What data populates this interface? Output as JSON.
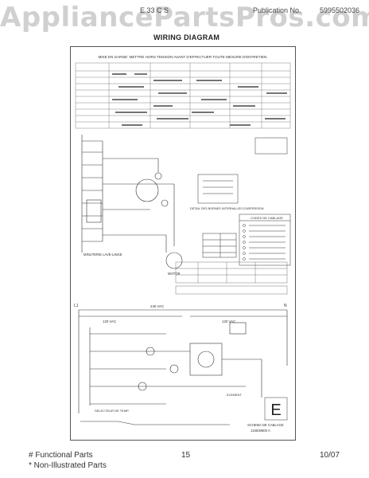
{
  "watermark": "AppliancePartsPros.com",
  "header": {
    "model_code": "E 33 C S",
    "part_no_left": "Publication No.",
    "part_no_right": "5995502036",
    "title": "WIRING DIAGRAM"
  },
  "diagram": {
    "warning": "MISE EN GARDE: METTRE HORS TENSION AVANT D'EFFECTUER TOUTE MESURE D'ENTRETIEN.",
    "label_l1": "L1",
    "label_n": "N",
    "label_240": "240 VAC",
    "label_120a": "120 VAC",
    "label_120b": "120 VAC",
    "label_motor": "MOTOR",
    "label_legend": "CODES DE CABLAGE",
    "label_corner_letter": "E",
    "label_schema": "SCHEMA DE CABLAGE",
    "label_schema_no": "134830800 A",
    "label_detail": "DETAIL DES BORNES INTERNALLES D'ASPERSION",
    "label_drum": "MINUTERIE LAVE-LINGE",
    "label_selector": "SELECTEUR DE TEMP.",
    "label_heater": "ELEMENT"
  },
  "footer": {
    "functional": "# Functional Parts",
    "non_illustrated": "* Non-Illustrated Parts",
    "page": "15",
    "date": "10/07"
  }
}
